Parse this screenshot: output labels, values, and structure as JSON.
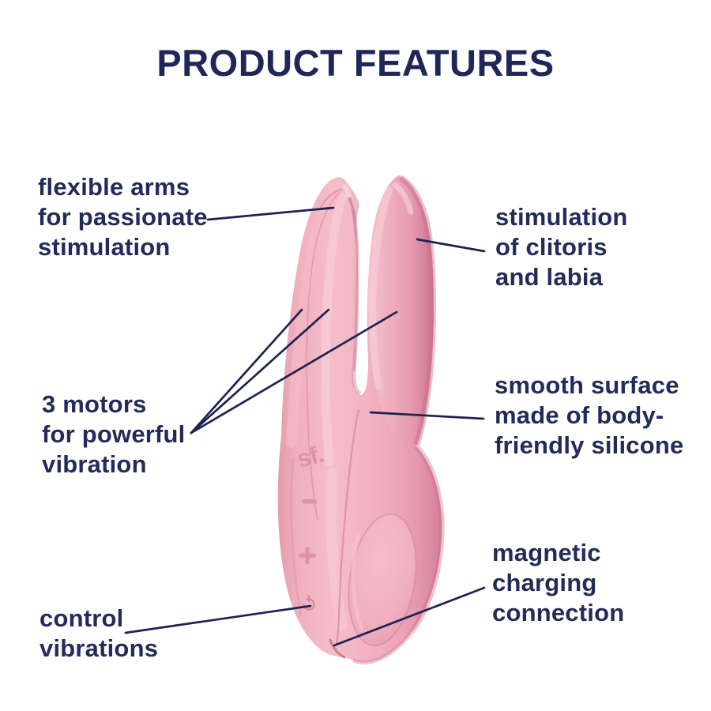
{
  "title": "PRODUCT FEATURES",
  "colors": {
    "heading_navy": "#1e2757",
    "text_navy": "#232b59",
    "leader_line_navy": "#1b2350",
    "product_pink_base": "#f2b3c1",
    "product_pink_shadow": "#d27f99",
    "product_pink_highlight": "#f8ccd6",
    "background": "#ffffff"
  },
  "callouts": {
    "flexible_arms": {
      "lines": [
        "flexible arms",
        "for passionate",
        "stimulation"
      ]
    },
    "motors": {
      "lines": [
        "3 motors",
        "for powerful",
        "vibration"
      ]
    },
    "control": {
      "lines": [
        "control",
        "vibrations"
      ]
    },
    "stimulation": {
      "lines": [
        "stimulation",
        "of clitoris",
        "and labia"
      ]
    },
    "smooth_surface": {
      "lines": [
        "smooth surface",
        "made of body-",
        "friendly silicone"
      ]
    },
    "magnetic": {
      "lines": [
        "magnetic",
        "charging",
        "connection"
      ]
    }
  },
  "product": {
    "brand_mark": "sf.",
    "icons": [
      "minus-button-icon",
      "plus-button-icon",
      "power-button-icon",
      "magnetic-charging-contact"
    ]
  }
}
